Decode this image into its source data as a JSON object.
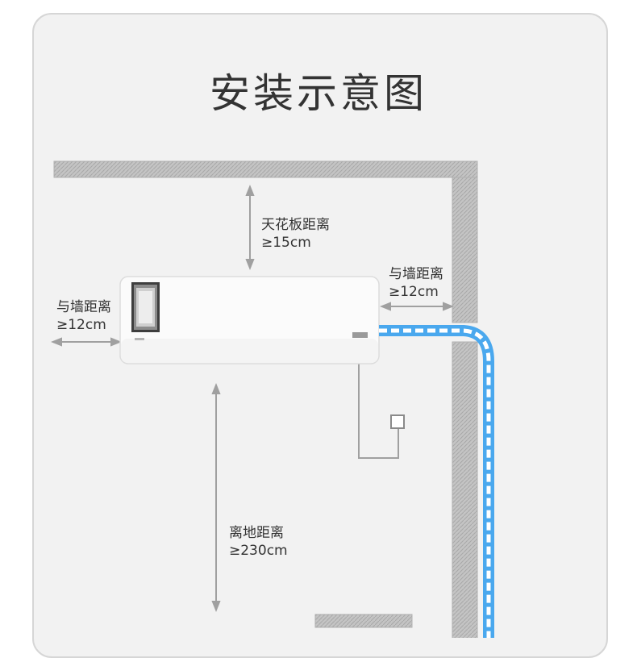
{
  "title": "安装示意图",
  "labels": {
    "ceiling_name": "天花板距离",
    "ceiling_value": "≥15cm",
    "left_wall_name": "与墙距离",
    "left_wall_value": "≥12cm",
    "right_wall_name": "与墙距离",
    "right_wall_value": "≥12cm",
    "floor_name": "离地距离",
    "floor_value": "≥230cm"
  },
  "colors": {
    "card_bg": "#f2f2f2",
    "wall_gray": "#bdbdbd",
    "arrow_gray": "#a0a0a0",
    "pipe_blue": "#4aa8ee",
    "text": "#333333"
  },
  "icons": [
    "ceiling-slab",
    "wall",
    "air-conditioner-indoor-unit",
    "power-socket",
    "refrigerant-pipe"
  ]
}
